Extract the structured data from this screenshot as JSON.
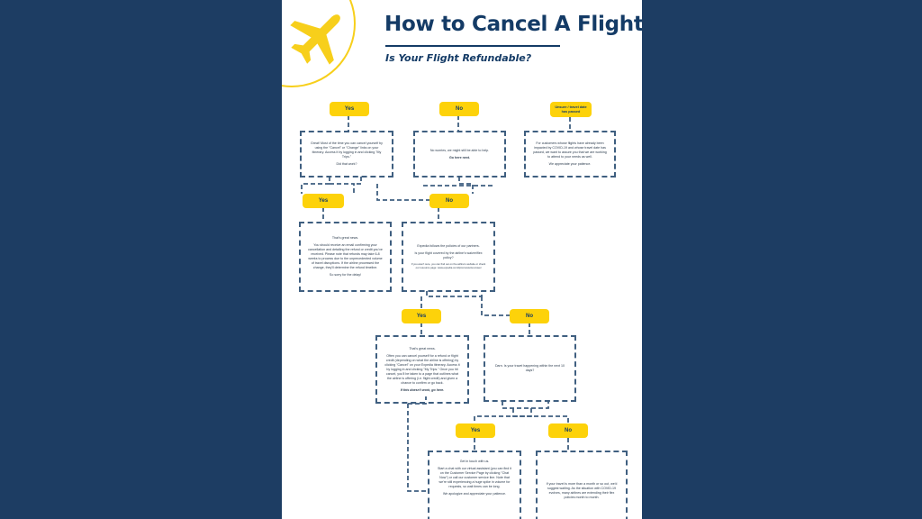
{
  "header": {
    "title": "How to Cancel A Flight",
    "subtitle": "Is Your Flight Refundable?",
    "logo_icon": "airplane-icon"
  },
  "colors": {
    "background": "#1d3d63",
    "page": "#ffffff",
    "accent_yellow": "#fdd20a",
    "navy": "#143b66",
    "dashed_line": "#3f5f80"
  },
  "flowchart": {
    "row1": {
      "yes": {
        "label": "Yes",
        "text": [
          "Great! Most of the time you can cancel yourself by using the \"Cancel\" or \"Change\" links on your itinerary. Access it by logging in and clicking \"My Trips.\"",
          "Did that work?"
        ]
      },
      "no": {
        "label": "No",
        "text": [
          "No worries, we might still be able to help.",
          "Go here next."
        ]
      },
      "unsure": {
        "label": "Unsure / travel date has passed",
        "text": [
          "For customers whose flights have already been impacted by COVID-19 and whose travel date has passed, we want to assure you that we are working to attend to your needs as well.",
          "We appreciate your patience."
        ]
      }
    },
    "row2": {
      "yes": {
        "label": "Yes",
        "text": [
          "That's great news.",
          "You should receive an email confirming your cancellation and detailing the refund or credit you've received. Please note that refunds may take 6-8 weeks to process due to the unprecedented volume of travel disruptions. If the airline processed the change, they'll determine the refund timeline.",
          "So sorry for the delay!"
        ]
      },
      "no": {
        "label": "No",
        "text": [
          "Expedia follows the policies of our partners.",
          "Is your flight covered by the airline's waiver/flex policy?",
          "If you aren't sure, you can find out on the airline's website or check our resource page: www.expedia.com/lp/coronavirus-travel"
        ]
      }
    },
    "row3": {
      "yes": {
        "label": "Yes",
        "text": [
          "That's great news.",
          "Often you can cancel yourself for a refund or flight credit (depending on what the airline is offering) by clicking \"Cancel\" on your Expedia itinerary. Access it by logging in and clicking \"My Trips.\" Once you hit cancel, you'll be taken to a page that outlines what the airline is offering (i.e. flight credit) and given a chance to confirm or go back.",
          "If this doesn't work, go here."
        ]
      },
      "no": {
        "label": "No",
        "text": [
          "Darn. Is your travel happening within the next 10 days?"
        ]
      }
    },
    "row4": {
      "yes": {
        "label": "Yes",
        "text": [
          "Get in touch with us.",
          "Start a chat with our virtual assistant (you can find it on the Customer Service Page by clicking \"Chat Now\") or call our customer service line. Note that we're still experiencing a huge spike in volume for requests, so wait times can be long.",
          "We apologize and appreciate your patience."
        ]
      },
      "no": {
        "label": "No",
        "text": [
          "If your travel is more than a month or so out, we'd suggest waiting. As the situation with COVID-19 evolves, many airlines are extending their flex policies month to month."
        ]
      }
    }
  }
}
